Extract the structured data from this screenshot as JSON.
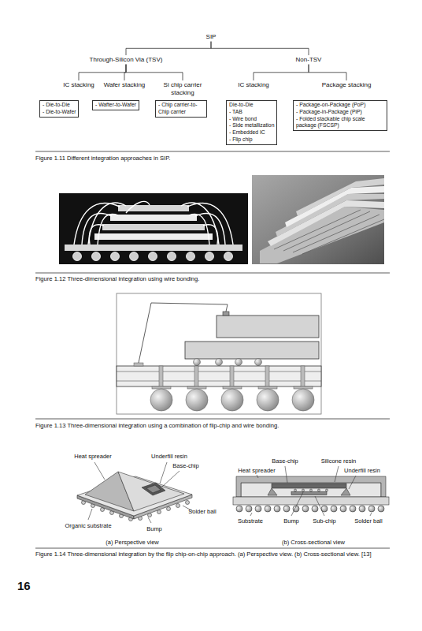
{
  "diagram": {
    "caption": "Figure 1.11 Different integration approaches in SIP.",
    "nodes": [
      {
        "text": [
          "SIP"
        ]
      },
      {
        "text": [
          "Through-Silicon Via (TSV)"
        ]
      },
      {
        "text": [
          "Non-TSV"
        ]
      },
      {
        "text": [
          "IC stacking"
        ]
      },
      {
        "text": [
          "Wafer stacking"
        ]
      },
      {
        "text": [
          "Si chip carrier stacking"
        ]
      },
      {
        "text": [
          "IC stacking"
        ]
      },
      {
        "text": [
          "Package stacking"
        ]
      },
      {
        "text": [
          "- Die-to-Die",
          "- Die-to-Wafer"
        ]
      },
      {
        "text": [
          "- Wafter-to-Wafer"
        ]
      },
      {
        "text": [
          "- Chip carrier-to-Chip carrier"
        ]
      },
      {
        "text": [
          "Die-to-Die",
          "- TAB",
          "- Wire bond",
          "- Side metallization",
          "- Embedded IC",
          "- Flip chip"
        ]
      },
      {
        "text": [
          "- Package-on-Package (PoP)",
          "- Package-in-Package (PiP)",
          "- Folded stackable chip scale package (FSCSP)"
        ]
      }
    ],
    "edges": [
      {
        "from": 0,
        "to": 1,
        "arrow": "none"
      },
      {
        "from": 0,
        "to": 2,
        "arrow": "none"
      },
      {
        "from": 1,
        "to": 3,
        "arrow": "none"
      },
      {
        "from": 1,
        "to": 4,
        "arrow": "none"
      },
      {
        "from": 1,
        "to": 5,
        "arrow": "none"
      },
      {
        "from": 2,
        "to": 6,
        "arrow": "none"
      },
      {
        "from": 2,
        "to": 7,
        "arrow": "none"
      }
    ],
    "labels": [
      "Figure 1.12 Three-dimensional integration using wire bonding.",
      "Figure 1.13 Three-dimensional integration using a combination of flip-chip and wire bonding.",
      "Heat spreader",
      "Underfill resin",
      "Base-chip",
      "Organic substrate",
      "Solder ball",
      "Bump",
      "(a) Perspective view",
      "Base-chip",
      "Silicone resin",
      "Heat spreader",
      "Underfill resin",
      "Substrate",
      "Bump",
      "Sub-chip",
      "Solder ball",
      "(b) Cross-sectional view",
      "Figure 1.14 Three-dimensional integration by the flip chip-on-chip approach. (a) Perspective view. (b) Cross-sectional view. [13]",
      "16"
    ]
  }
}
